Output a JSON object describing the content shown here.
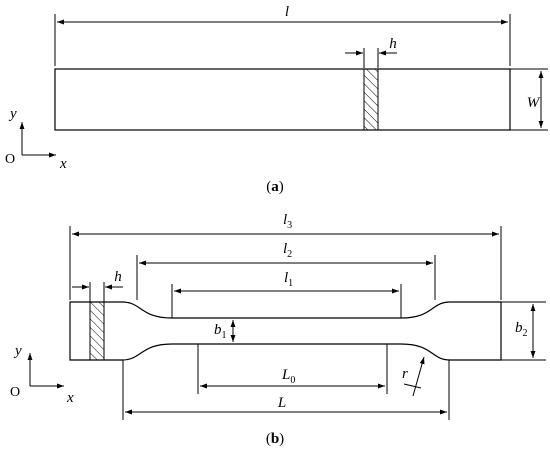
{
  "figure_a": {
    "caption_open": "(",
    "caption_letter": "a",
    "caption_close": ")",
    "label_length": "l",
    "label_hatch_width": "h",
    "label_width": "W",
    "axis_y": "y",
    "axis_x": "x",
    "axis_origin": "O"
  },
  "figure_b": {
    "caption_open": "(",
    "caption_letter": "b",
    "caption_close": ")",
    "label_l3": "l",
    "label_l3_sub": "3",
    "label_l2": "l",
    "label_l2_sub": "2",
    "label_l1": "l",
    "label_l1_sub": "1",
    "label_hatch_width": "h",
    "label_b1": "b",
    "label_b1_sub": "1",
    "label_b2": "b",
    "label_b2_sub": "2",
    "label_L0": "L",
    "label_L0_sub": "0",
    "label_L": "L",
    "label_r": "r",
    "axis_y": "y",
    "axis_x": "x",
    "axis_origin": "O"
  }
}
